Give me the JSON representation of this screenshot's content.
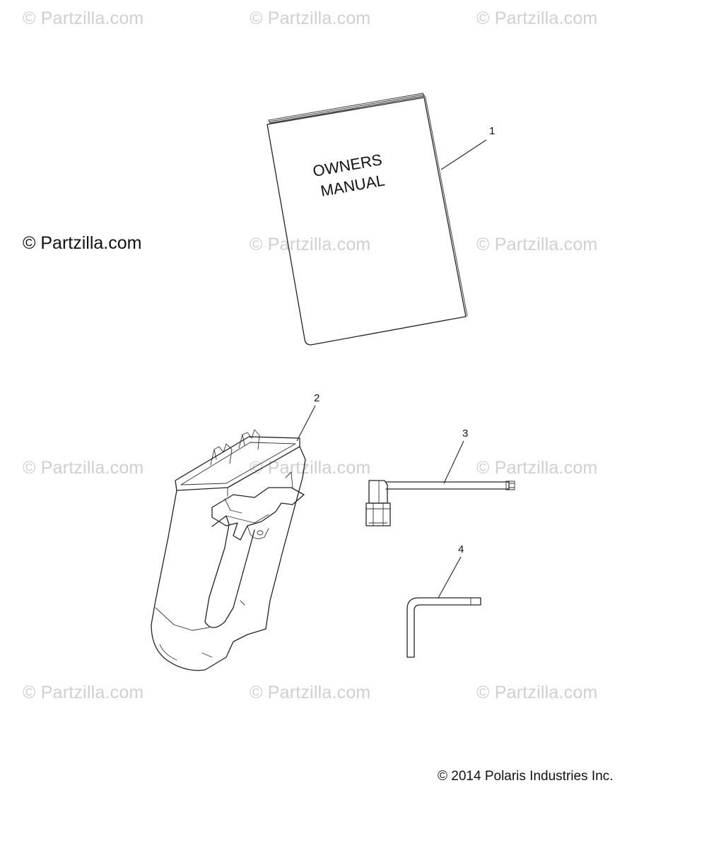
{
  "watermark_text": "© Partzilla.com",
  "site_credit": "© Partzilla.com",
  "copyright": "© 2014 Polaris Industries Inc.",
  "manual_cover": {
    "line1": "OWNERS",
    "line2": "MANUAL"
  },
  "callouts": {
    "part1": "1",
    "part2": "2",
    "part3": "3",
    "part4": "4"
  },
  "colors": {
    "watermark": "#cfcfcf",
    "line": "#222222",
    "background": "#ffffff"
  }
}
